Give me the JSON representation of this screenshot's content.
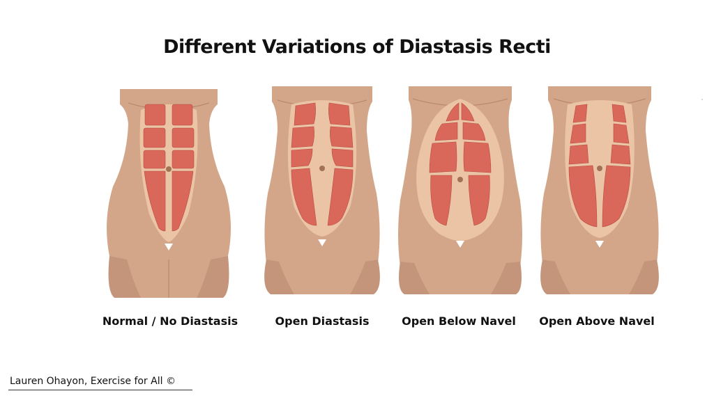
{
  "title": "Different Variations of Diastasis Recti",
  "figures": [
    {
      "caption": "Normal / No Diastasis"
    },
    {
      "caption": "Open Diastasis"
    },
    {
      "caption": "Open Below Navel"
    },
    {
      "caption": "Open Above Navel"
    }
  ],
  "credit": "Lauren Ohayon, Exercise for All ©",
  "colors": {
    "skin": "#d4a689",
    "skin_shadow": "#c4957a",
    "linea_alba": "#ebc4a6",
    "muscle": "#d9685b",
    "muscle_line": "#b84a40",
    "navel": "#a37255"
  }
}
